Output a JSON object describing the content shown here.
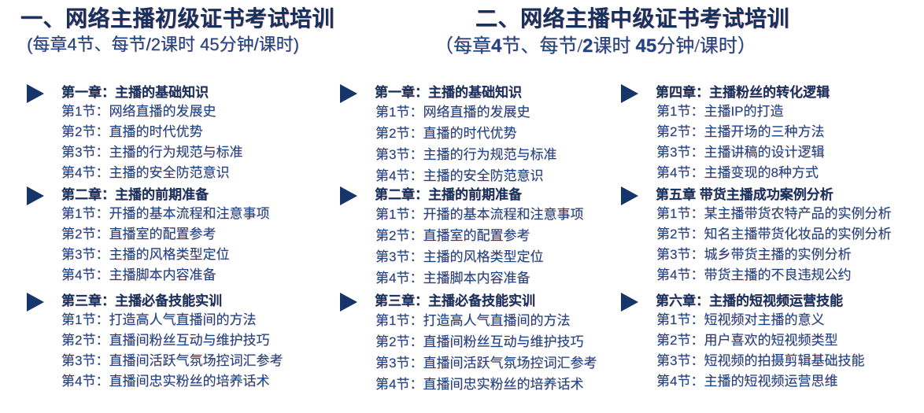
{
  "headers": [
    {
      "title": "一、网络主播初级证书考试培训",
      "subtitle_plain": "(每章4节、每节/2课时 45分钟/课时)",
      "subtitle_parts": [
        {
          "t": "(每章",
          "b": false
        },
        {
          "t": "4",
          "b": false
        },
        {
          "t": "节、每节/2课时 45分钟/课时)",
          "b": false
        }
      ]
    },
    {
      "title": "二、网络主播中级证书考试培训",
      "subtitle_plain": "（每章4节、每节/2课时 45分钟/课时）",
      "subtitle_parts": [
        {
          "t": "（每章",
          "b": false
        },
        {
          "t": "4",
          "b": true
        },
        {
          "t": "节、每节/",
          "b": false
        },
        {
          "t": "2",
          "b": true
        },
        {
          "t": "课时 ",
          "b": false
        },
        {
          "t": "45",
          "b": true
        },
        {
          "t": "分钟/课时）",
          "b": false
        }
      ]
    }
  ],
  "columns": [
    {
      "chapters": [
        {
          "title": "第一章：主播的基础知识",
          "sections": [
            "第1节：网络直播的发展史",
            "第2节：直播的时代优势",
            "第3节：主播的行为规范与标准",
            "第4节：主播的安全防范意识"
          ]
        },
        {
          "title": "第二章：主播的前期准备",
          "sections": [
            "第1节：开播的基本流程和注意事项",
            "第2节：直播室的配置参考",
            "第3节：主播的风格类型定位",
            "第4节：主播脚本内容准备"
          ]
        },
        {
          "title": "第三章：主播必备技能实训",
          "sections": [
            "第1节：打造高人气直播间的方法",
            "第2节：直播间粉丝互动与维护技巧",
            "第3节：直播间活跃气氛场控词汇参考",
            "第4节：直播间忠实粉丝的培养话术"
          ]
        }
      ]
    },
    {
      "chapters": [
        {
          "title": "第一章：主播的基础知识",
          "sections": [
            "第1节：网络直播的发展史",
            "第2节：直播的时代优势",
            "第3节：主播的行为规范与标准",
            "第4节：主播的安全防范意识"
          ]
        },
        {
          "title": "第二章：主播的前期准备",
          "sections": [
            "第1节：开播的基本流程和注意事项",
            "第2节：直播室的配置参考",
            "第3节：主播的风格类型定位",
            "第4节：主播脚本内容准备"
          ]
        },
        {
          "title": "第三章：主播必备技能实训",
          "sections": [
            "第1节：打造高人气直播间的方法",
            "第2节：直播间粉丝互动与维护技巧",
            "第3节：直播间活跃气氛场控词汇参考",
            "第4节：直播间忠实粉丝的培养话术"
          ]
        }
      ]
    },
    {
      "chapters": [
        {
          "title": "第四章：主播粉丝的转化逻辑",
          "sections": [
            "第1节：主播IP的打造",
            "第2节：主播开场的三种方法",
            "第3节：主播讲稿的设计逻辑",
            "第4节：主播变现的8种方式"
          ]
        },
        {
          "title": "第五章 带货主播成功案例分析",
          "sections": [
            "第1节：某主播带货农特产品的实例分析",
            "第2节：知名主播带货化妆品的实例分析",
            "第3节：城乡带货主播的实例分析",
            "第4节：带货主播的不良违规公约"
          ]
        },
        {
          "title": "第六章：主播的短视频运营技能",
          "sections": [
            "第1节：短视频对主播的意义",
            "第2节：用户喜欢的短视频类型",
            "第3节：短视频的拍摄剪辑基础技能",
            "第4节：主播的短视频运营思维"
          ]
        }
      ]
    }
  ],
  "colors": {
    "title": "#14315f",
    "body": "#1b4586",
    "triangle": "#16356a",
    "background": "#ffffff"
  },
  "icons": {
    "bullet": "triangle-right-icon"
  }
}
